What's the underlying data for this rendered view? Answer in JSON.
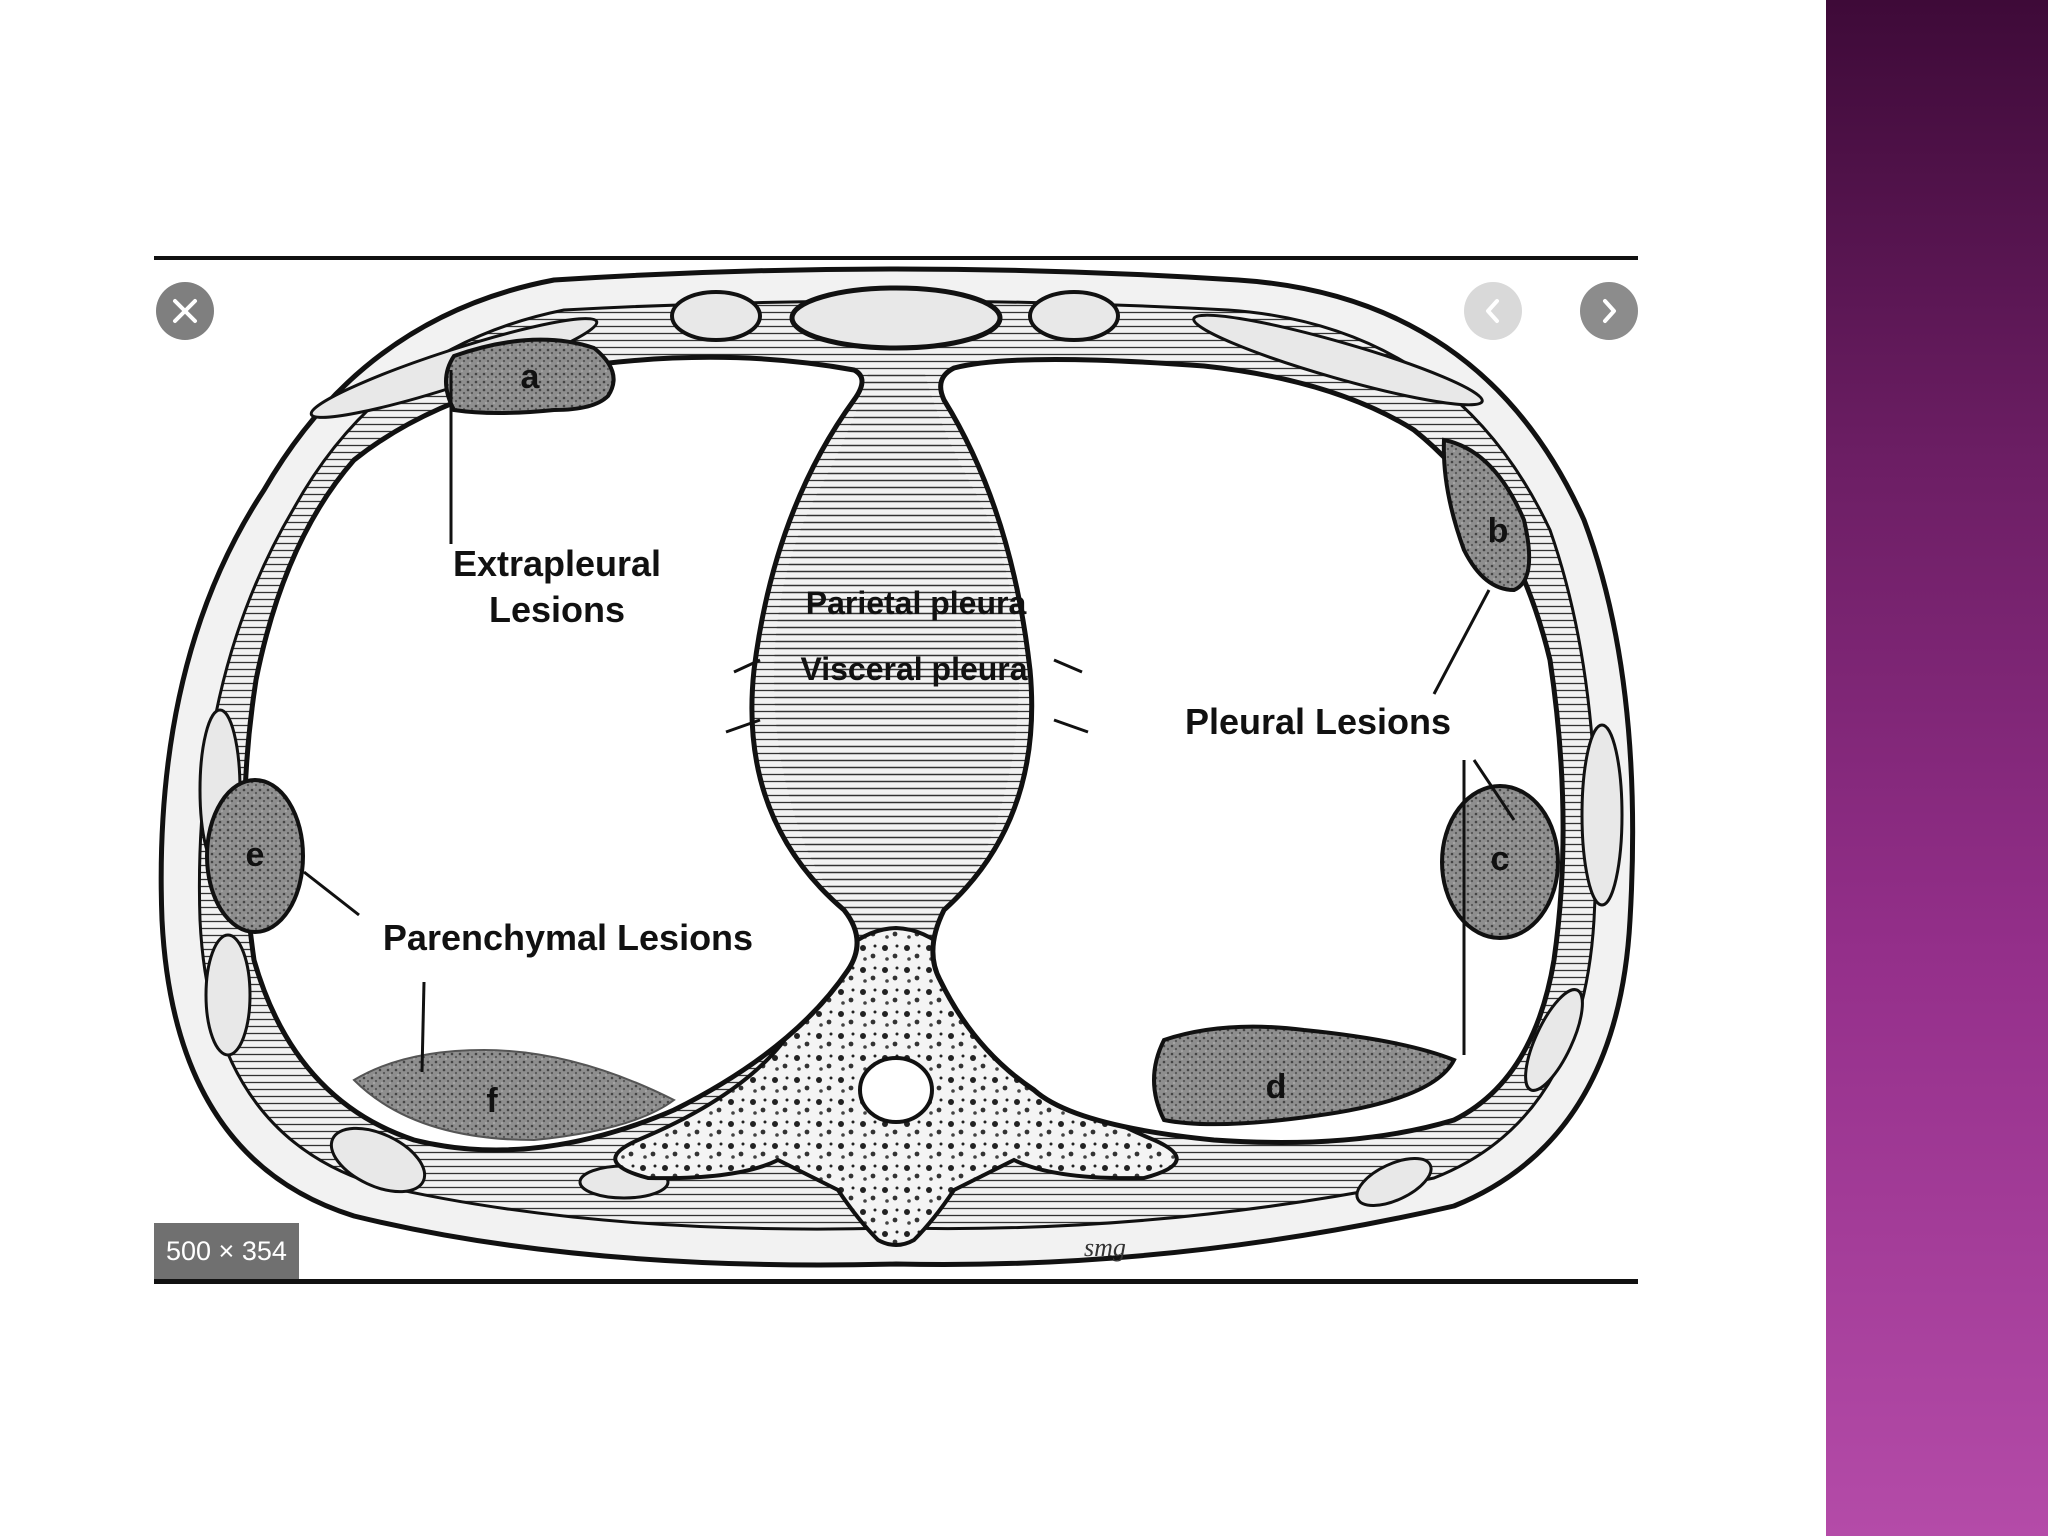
{
  "viewer": {
    "dimensions_badge": "500 × 354",
    "close_icon": "close-icon",
    "prev_icon": "chevron-left-icon",
    "next_icon": "chevron-right-icon"
  },
  "diagram": {
    "label_extrapleural_line1": "Extrapleural",
    "label_extrapleural_line2": "Lesions",
    "label_parietal": "Parietal pleura",
    "label_visceral": "Visceral pleura",
    "label_pleural_lesions": "Pleural Lesions",
    "label_parenchymal": "Parenchymal Lesions",
    "lesion_a": "a",
    "lesion_b": "b",
    "lesion_c": "c",
    "lesion_d": "d",
    "lesion_e": "e",
    "lesion_f": "f",
    "signature": "smg"
  },
  "colors": {
    "sidebar_top": "#3e0a38",
    "sidebar_bottom": "#b44ba8",
    "lesion_fill": "#8a8a8a",
    "line": "#111111"
  }
}
